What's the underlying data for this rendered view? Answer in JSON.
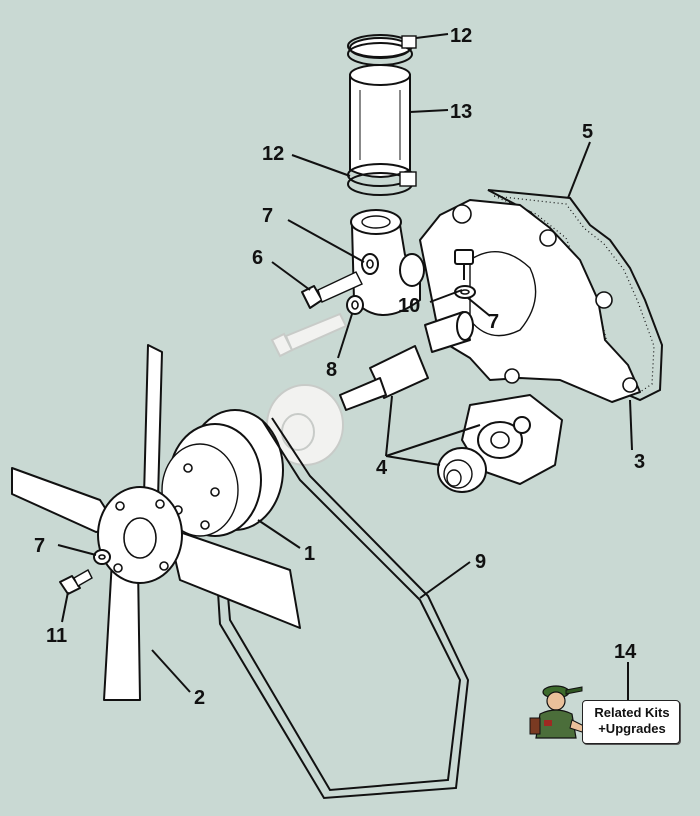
{
  "callouts": {
    "c1": "1",
    "c2": "2",
    "c3": "3",
    "c4": "4",
    "c5": "5",
    "c6": "6",
    "c7a": "7",
    "c7b": "7",
    "c7c": "7",
    "c8": "8",
    "c9": "9",
    "c10": "10",
    "c11": "11",
    "c12a": "12",
    "c12b": "12",
    "c13": "13",
    "c14": "14"
  },
  "related_kits": {
    "line1": "Related Kits",
    "line2": "+Upgrades"
  },
  "colors": {
    "background": "#c9d9d3",
    "line": "#111111",
    "part_fill": "#ffffff",
    "ghost_part": "#c8cbc8"
  }
}
